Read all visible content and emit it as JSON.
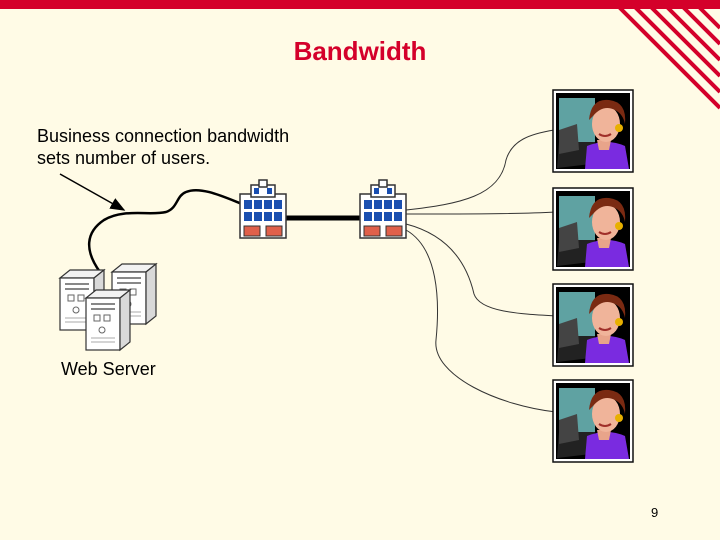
{
  "slide": {
    "title": "Bandwidth",
    "caption_line1": "Business connection bandwidth",
    "caption_line2": "sets number of users.",
    "server_label": "Web Server",
    "page_number": "9"
  },
  "colors": {
    "background": "#fffbe6",
    "title": "#d4002a",
    "accent_stripes": "#d4002a",
    "building": "#1a4fb0",
    "user_shirt": "#7a2be0",
    "user_screen": "#5fa2a2"
  },
  "icons": {
    "web_server": "server-cluster-icon",
    "buildings": "office-building-icon",
    "users": "user-at-computer-icon"
  }
}
